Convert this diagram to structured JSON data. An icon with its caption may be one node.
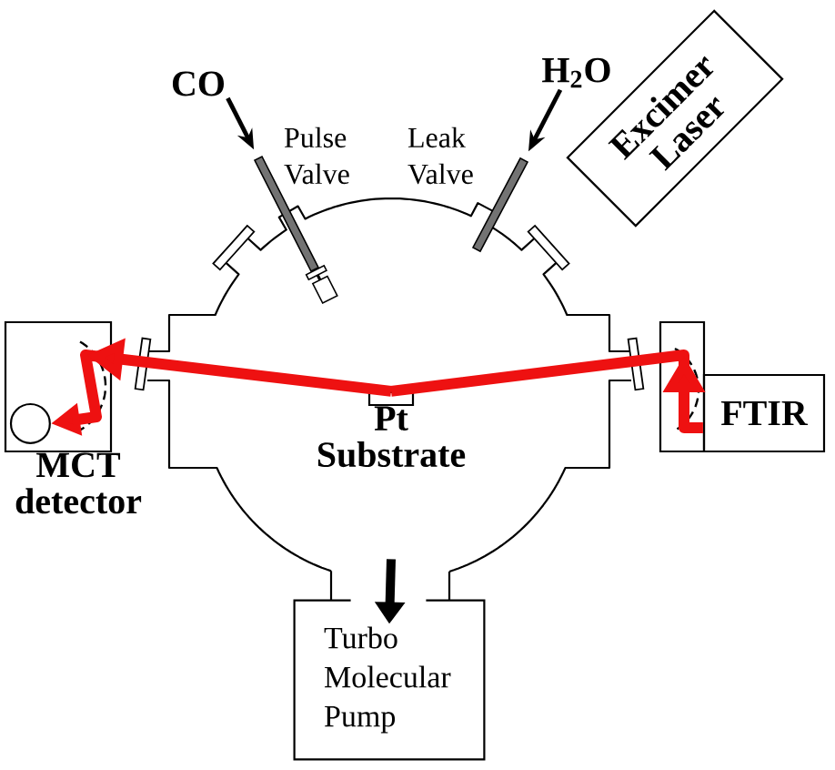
{
  "diagram": {
    "nodes": [
      {
        "text": [
          "CO"
        ]
      },
      {
        "text": [],
        "shape": "picture",
        "beside": [
          "Pulse Valve"
        ]
      },
      {
        "text": [
          "H$_{2}$O"
        ]
      },
      {
        "text": [],
        "shape": "picture",
        "beside": [
          "Leak Valve"
        ]
      },
      {
        "text": [
          "Excimer Laser"
        ]
      },
      {
        "text": [
          "MCT detector"
        ]
      },
      {
        "text": [],
        "shape": "circle",
        "in": 5
      },
      {
        "text": [],
        "shape": "circle"
      },
      {
        "text": [
          "Pt Substrate"
        ],
        "in": 7
      },
      {
        "text": [
          "FTIR"
        ]
      },
      {
        "text": [
          "Turbo Molecular Pump"
        ]
      }
    ],
    "edges": [
      {
        "from": 0,
        "to": 1,
        "arrow": "to"
      },
      {
        "from": 2,
        "to": 3,
        "arrow": "to"
      },
      {
        "from": 9,
        "to": 8,
        "arrow": "to",
        "color": "#ee1111"
      },
      {
        "from": 8,
        "to": 6,
        "arrow": "to",
        "color": "#ee1111"
      },
      {
        "from": 7,
        "to": 10,
        "arrow": "to"
      }
    ]
  }
}
